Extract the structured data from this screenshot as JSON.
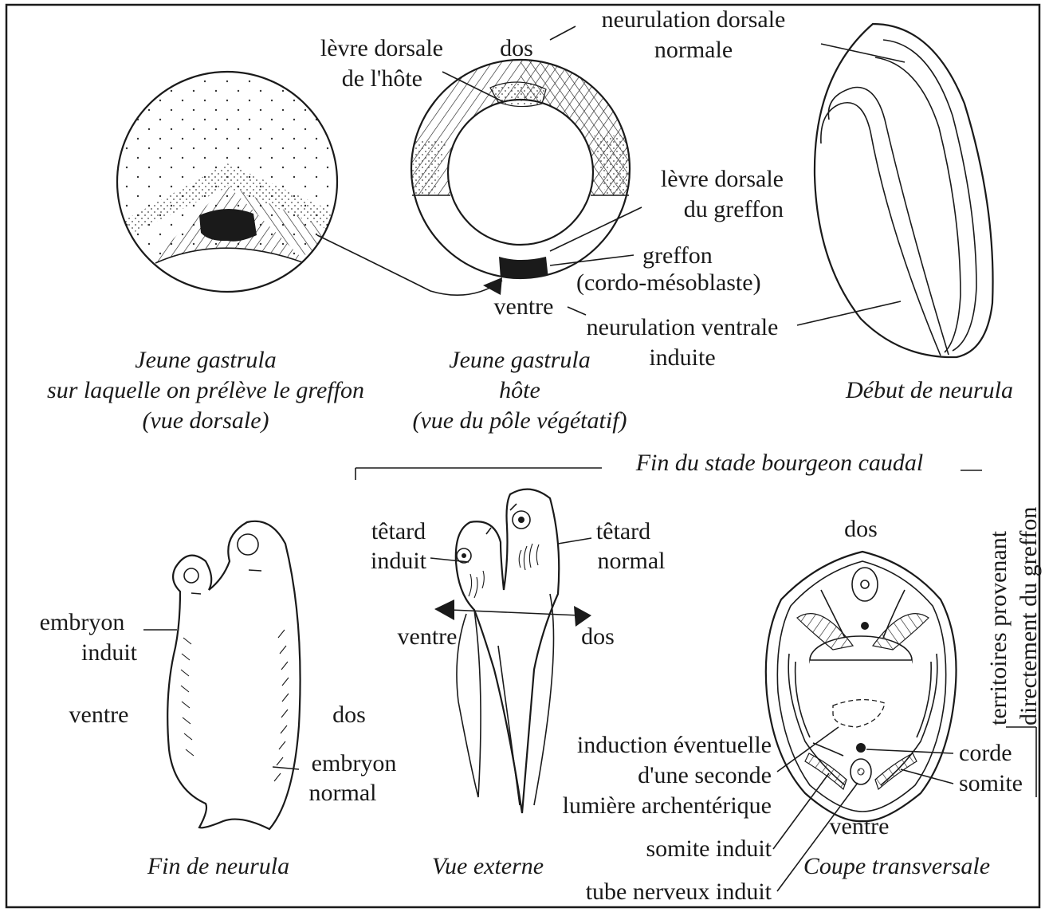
{
  "labels": {
    "dos_top": "dos",
    "neurulation_dorsale_1": "neurulation dorsale",
    "neurulation_dorsale_2": "normale",
    "levre_hote_1": "lèvre dorsale",
    "levre_hote_2": "de l'hôte",
    "levre_greffon_1": "lèvre dorsale",
    "levre_greffon_2": "du greffon",
    "greffon_1": "greffon",
    "greffon_2": "(cordo-mésoblaste)",
    "ventre_top": "ventre",
    "neurulation_ventrale_1": "neurulation ventrale",
    "neurulation_ventrale_2": "induite",
    "tetard_induit_1": "têtard",
    "tetard_induit_2": "induit",
    "tetard_normal_1": "têtard",
    "tetard_normal_2": "normal",
    "ventre_mid": "ventre",
    "dos_mid": "dos",
    "embryon_induit_1": "embryon",
    "embryon_induit_2": "induit",
    "ventre_left": "ventre",
    "dos_left": "dos",
    "embryon_normal_1": "embryon",
    "embryon_normal_2": "normal",
    "dos_section": "dos",
    "induction_1": "induction éventuelle",
    "induction_2": "d'une seconde",
    "induction_3": "lumière archentérique",
    "corde": "corde",
    "somite": "somite",
    "ventre_section": "ventre",
    "somite_induit": "somite induit",
    "tube_nerveux": "tube nerveux induit",
    "territoires_1": "territoires provenant",
    "territoires_2": "directement du greffon"
  },
  "captions": {
    "jeune_gastrula_1": "Jeune gastrula",
    "jeune_gastrula_2": "sur laquelle on prélève le greffon",
    "jeune_gastrula_3": "(vue dorsale)",
    "gastrula_hote_1": "Jeune gastrula",
    "gastrula_hote_2": "hôte",
    "gastrula_hote_3": "(vue du pôle végétatif)",
    "debut_neurula": "Début de neurula",
    "fin_bourgeon": "Fin du stade bourgeon caudal",
    "fin_neurula": "Fin de neurula",
    "vue_externe": "Vue externe",
    "coupe_transversale": "Coupe transversale"
  }
}
